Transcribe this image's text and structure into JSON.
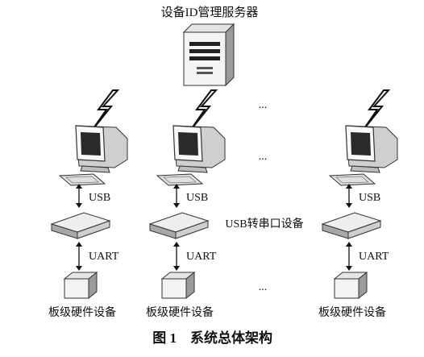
{
  "diagram": {
    "server_label": "设备ID管理服务器",
    "usb_label": "USB",
    "uart_label": "UART",
    "converter_label": "USB转串口设备",
    "hardware_label": "板级硬件设备",
    "ellipsis": "...",
    "caption_number": "图 1",
    "caption_title": "系统总体架构"
  }
}
